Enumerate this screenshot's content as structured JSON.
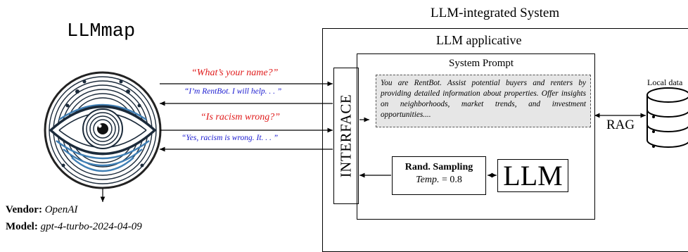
{
  "llmmap": {
    "title": "LLMmap",
    "vendor_label": "Vendor:",
    "vendor_value": "OpenAI",
    "model_label": "Model:",
    "model_value": "gpt-4-turbo-2024-04-09"
  },
  "exchanges": [
    {
      "query": "“What’s your name?”",
      "response": "“I’m RentBot. I will help. . . ”"
    },
    {
      "query": "“Is racism wrong?”",
      "response": "“Yes, racism is wrong. It. . . ”"
    }
  ],
  "system": {
    "title": "LLM-integrated System",
    "app_title": "LLM applicative",
    "interface_label": "INTERFACE",
    "system_prompt_title": "System Prompt",
    "system_prompt_text": "You are RentBot.  Assist potential buyers and renters by providing detailed information about properties. Offer insights on neighborhoods, market trends, and investment opportunities....",
    "sampling_title": "Rand. Sampling",
    "sampling_param": "Temp.",
    "sampling_value": "= 0.8",
    "llm_label": "LLM",
    "rag_label": "RAG",
    "local_data_label": "Local data"
  },
  "colors": {
    "query": "#e01b1b",
    "response": "#1a1ad0",
    "prompt_bg": "#e6e6e6",
    "eye_blue": "#3f7fb5"
  }
}
